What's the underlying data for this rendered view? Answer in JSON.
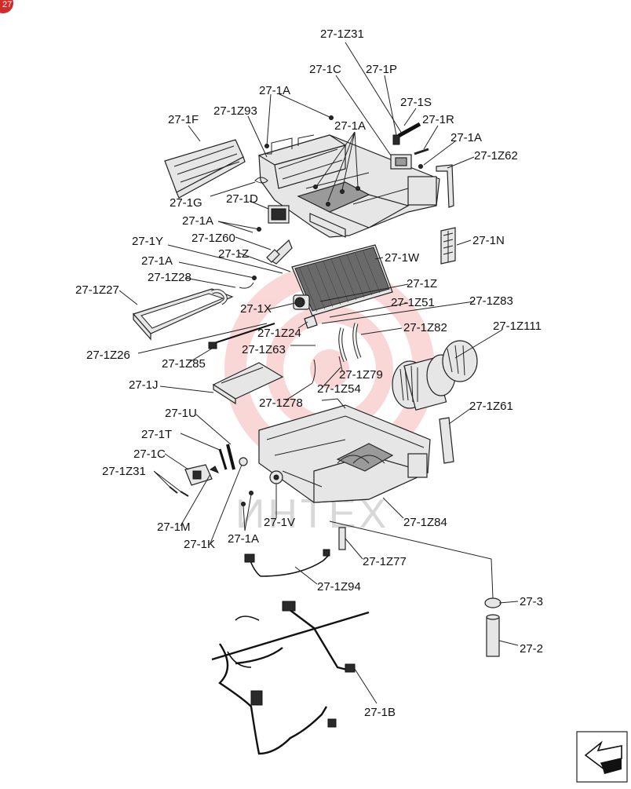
{
  "badge": "27",
  "watermark": "ИНТЕХ",
  "labels": {
    "l_1z31_top": "27-1Z31",
    "l_1c_top": "27-1C",
    "l_1p": "27-1P",
    "l_1a_a": "27-1A",
    "l_1s": "27-1S",
    "l_1z93": "27-1Z93",
    "l_1r": "27-1R",
    "l_1f": "27-1F",
    "l_1a_b": "27-1A",
    "l_1a_c": "27-1A",
    "l_1z62": "27-1Z62",
    "l_1g": "27-1G",
    "l_1d": "27-1D",
    "l_1a_d": "27-1A",
    "l_1z60": "27-1Z60",
    "l_1n": "27-1N",
    "l_1y": "27-1Y",
    "l_1z_a": "27-1Z",
    "l_1a_e": "27-1A",
    "l_1w": "27-1W",
    "l_1z28": "27-1Z28",
    "l_1z_b": "27-1Z",
    "l_1z27": "27-1Z27",
    "l_1z51": "27-1Z51",
    "l_1z83": "27-1Z83",
    "l_1x": "27-1X",
    "l_1z82": "27-1Z82",
    "l_1z111": "27-1Z111",
    "l_1z24": "27-1Z24",
    "l_1z63": "27-1Z63",
    "l_1z26": "27-1Z26",
    "l_1z85": "27-1Z85",
    "l_1z79": "27-1Z79",
    "l_1j": "27-1J",
    "l_1z54": "27-1Z54",
    "l_1z78": "27-1Z78",
    "l_1z61": "27-1Z61",
    "l_1u": "27-1U",
    "l_1t": "27-1T",
    "l_1c_b": "27-1C",
    "l_1z31_b": "27-1Z31",
    "l_1v": "27-1V",
    "l_1z84": "27-1Z84",
    "l_1m": "27-1M",
    "l_1k": "27-1K",
    "l_1a_f": "27-1A",
    "l_1z77": "27-1Z77",
    "l_1z94": "27-1Z94",
    "l_3": "27-3",
    "l_2": "27-2",
    "l_1b": "27-1B"
  },
  "colors": {
    "watermark": "#f7b8b8",
    "watermark_text": "#d8d8d8",
    "badge": "#d42a2a"
  },
  "icons": {
    "nav_arrow": "back-arrow-icon"
  }
}
